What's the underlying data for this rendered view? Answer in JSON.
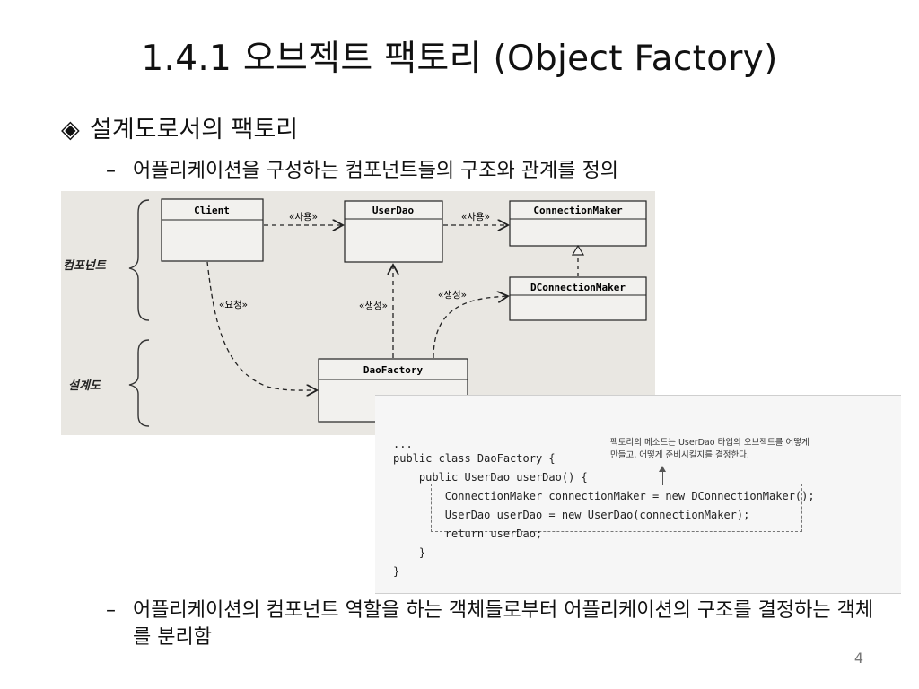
{
  "title": "1.4.1 오브젝트 팩토리 (Object Factory)",
  "bullet": {
    "glyph": "◈",
    "text": "설계도로서의 팩토리"
  },
  "sub_items": [
    {
      "dash": "–",
      "text": "어플리케이션을 구성하는 컴포넌트들의 구조와 관계를 정의"
    },
    {
      "dash": "–",
      "text": "어플리케이션의 컴포넌트 역할을 하는 객체들로부터 어플리케이션의 구조를 결정하는 객체를 분리함"
    }
  ],
  "diagram": {
    "group_labels": {
      "component": "컴포넌트",
      "blueprint": "설계도"
    },
    "classes": {
      "client": "Client",
      "userdao": "UserDao",
      "connectionmaker": "ConnectionMaker",
      "dconnectionmaker": "DConnectionMaker",
      "daofactory": "DaoFactory"
    },
    "relations": {
      "use1": "«사용»",
      "use2": "«사용»",
      "request": "«요청»",
      "create1": "«생성»",
      "create2": "«생성»"
    }
  },
  "code": {
    "lines": [
      "...",
      "public class DaoFactory {",
      "    public UserDao userDao() {",
      "        ConnectionMaker connectionMaker = new DConnectionMaker();",
      "        UserDao userDao = new UserDao(connectionMaker);",
      "        return userDao;",
      "    }",
      "}"
    ],
    "callout": "팩토리의 메소드는 UserDao 타입의 오브젝트를 어떻게 만들고, 어떻게 준비시킬지를 결정한다."
  },
  "page_number": "4"
}
